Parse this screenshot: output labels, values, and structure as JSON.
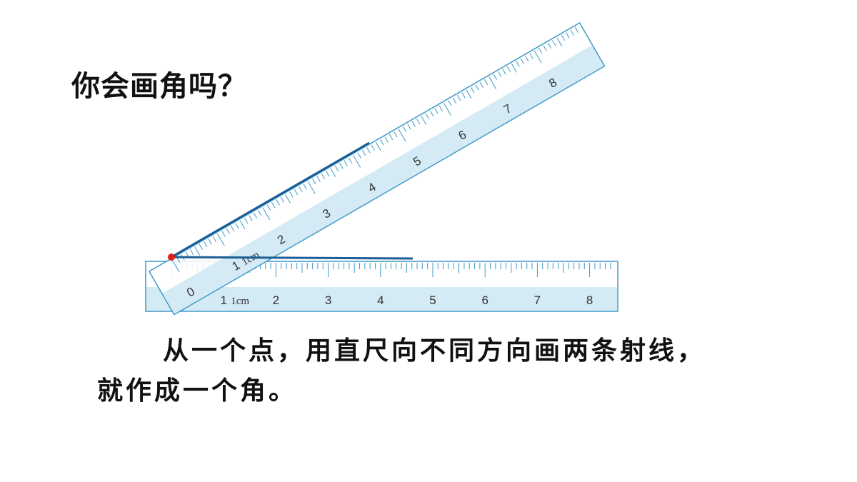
{
  "title": "你会画角吗？",
  "caption": {
    "line1": "从一个点，用直尺向不同方向画两条射线，",
    "line2": "就作成一个角。"
  },
  "ruler": {
    "unit_label": "1cm",
    "numbers": [
      "0",
      "1",
      "2",
      "3",
      "4",
      "5",
      "6",
      "7",
      "8"
    ],
    "tilt_degrees": 30
  },
  "colors": {
    "ruler_band": "#d4eaf4",
    "ruler_edge": "#3d99c9",
    "tick": "#3d99c9",
    "ray": "#1d5d96",
    "vertex": "#e0201b",
    "number": "#333333"
  }
}
